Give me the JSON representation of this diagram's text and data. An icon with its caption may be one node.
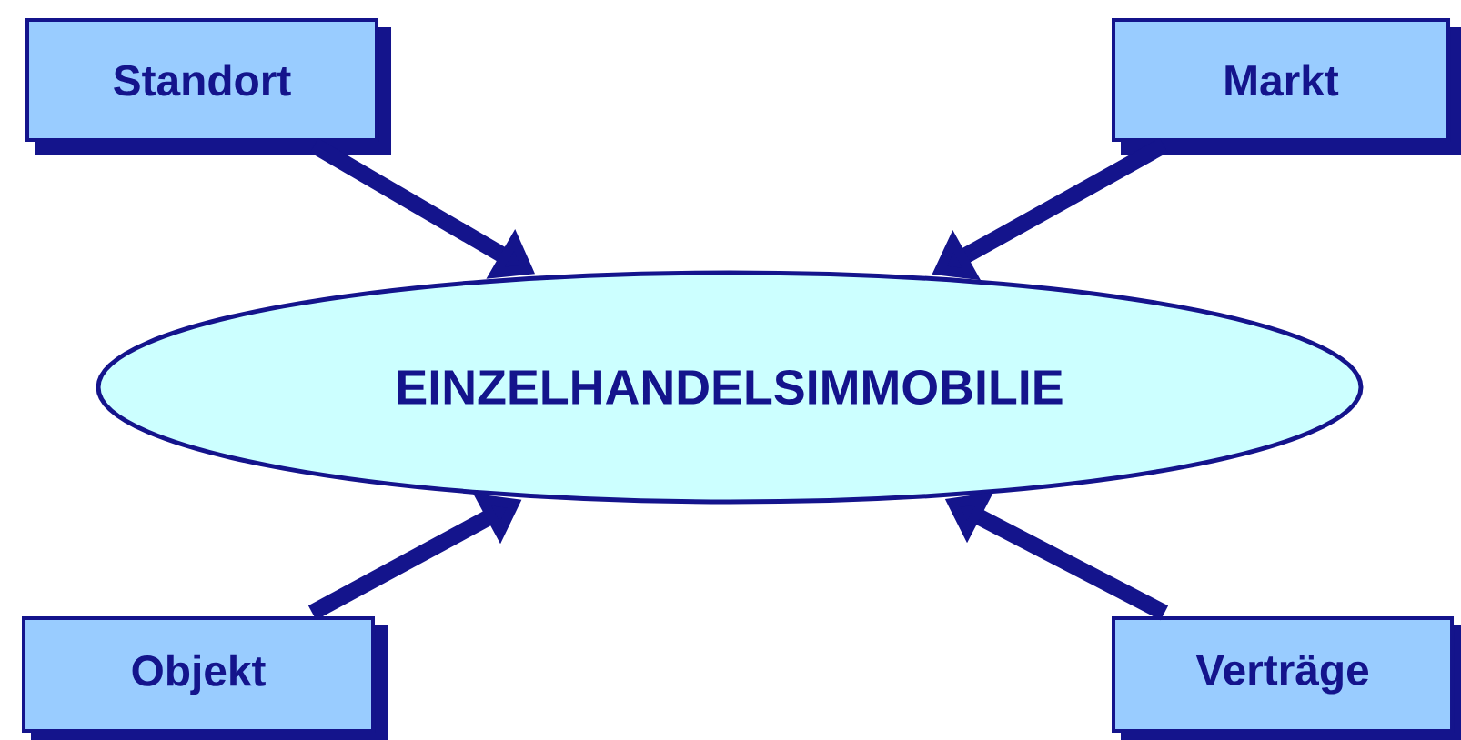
{
  "diagram": {
    "nodes": [
      {
        "text": [
          "EINZELHANDELSIMMOBILIE"
        ]
      },
      {
        "text": [
          "Standort"
        ]
      },
      {
        "text": [
          "Markt"
        ]
      },
      {
        "text": [
          "Objekt"
        ]
      },
      {
        "text": [
          "Verträge"
        ]
      }
    ],
    "edges": [
      {
        "from": 1,
        "to": 0,
        "arrow": "to"
      },
      {
        "from": 2,
        "to": 0,
        "arrow": "to"
      },
      {
        "from": 3,
        "to": 0,
        "arrow": "to"
      },
      {
        "from": 4,
        "to": 0,
        "arrow": "to"
      }
    ]
  }
}
